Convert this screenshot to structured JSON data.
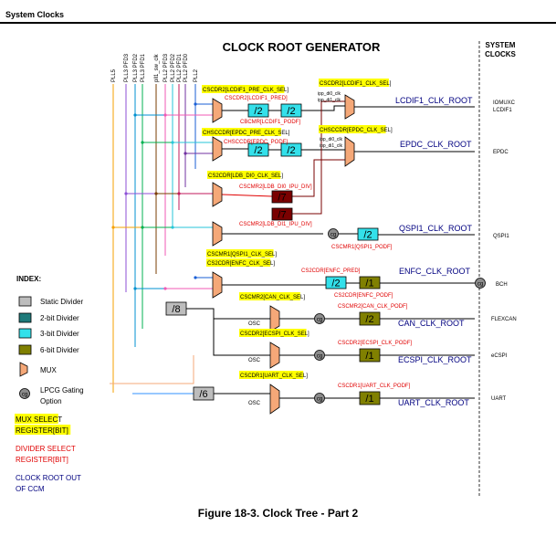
{
  "page": {
    "section_title": "System Clocks",
    "figure_caption": "Figure 18-3. Clock Tree - Part 2"
  },
  "diagram": {
    "title": "CLOCK ROOT GENERATOR",
    "system_clocks_heading": [
      "SYSTEM",
      "CLOCKS"
    ],
    "sources": [
      "PLL5",
      "PLL3 PFD3",
      "PLL3 PFD2",
      "PLL3 PFD1",
      "pll1_sw_clk",
      "PLL2 PFD3",
      "PLL2 PFD2",
      "PLL2 PFD1",
      "PLL2 PFD0",
      "PLL2"
    ],
    "colors": {
      "static": "#bdbdbd",
      "two_bit": "#1e7a7a",
      "three_bit": "#33e0ea",
      "six_bit": "#808000",
      "mux": "#f5a878",
      "gate": "#8c8c8c",
      "highlight": "#ffff00",
      "red": "#e00000",
      "navy": "#000080"
    },
    "mux_select_labels": [
      "CSCDR2[LCDIF1_PRE_CLK_SEL]",
      "CSCDR2[LCDIF1_CLK_SEL]",
      "CHSCCDR[EPDC_PRE_CLK_SEL]",
      "CHSCCDR[EPDC_CLK_SEL]",
      "CS2CDR[LDB_DI0_CLK_SEL]",
      "CSCMR1[QSPI1_CLK_SEL]",
      "CS2CDR[ENFC_CLK_SEL]",
      "CSCMR2[CAN_CLK_SEL]",
      "CSCDR2[ECSPI_CLK_SEL]",
      "CSCDR1[UART_CLK_SEL]"
    ],
    "divider_labels": [
      "CSCDR2[LCDIF1_PRED]",
      "CBCMR[LCDIF1_PODF]",
      "CHSCCDR[EPDC_PODF]",
      "CSCMR2[LDB_DI0_IPU_DIV]",
      "CSCMR2[LDB_DI1_IPU_DIV]",
      "CSCMR1[QSPI1_PODF]",
      "CS2CDR[ENFC_PRED]",
      "CS2CDR[ENFC_PODF]",
      "CSCMR2[CAN_CLK_PODF]",
      "CSCDR2[ECSPI_CLK_PODF]",
      "CSCDR1[UART_CLK_PODF]"
    ],
    "divider_values": {
      "lcdif_pred": "/2",
      "lcdif_podf": "/2",
      "epdc_pred": "/2",
      "epdc_podf": "/2",
      "ldb0": "/7",
      "ldb1": "/7",
      "qspi": "/2",
      "enfc_pred": "/2",
      "enfc_podf": "/1",
      "static8": "/8",
      "static6": "/6",
      "can": "/2",
      "ecspi": "/1",
      "uart": "/1"
    },
    "ipp_labels": [
      "ipp_di0_clk",
      "ipp_di1_clk"
    ],
    "clock_roots": [
      "LCDIF1_CLK_ROOT",
      "EPDC_CLK_ROOT",
      "QSPI1_CLK_ROOT",
      "ENFC_CLK_ROOT",
      "CAN_CLK_ROOT",
      "ECSPI_CLK_ROOT",
      "UART_CLK_ROOT"
    ],
    "system_clocks": [
      "IOMUXC",
      "LCDIF1",
      "EPDC",
      "QSPI1",
      "BCH",
      "FLEXCAN",
      "eCSPI",
      "UART"
    ],
    "gate_label": "cg",
    "osc_label": "OSC"
  },
  "index": {
    "title": "INDEX:",
    "items": [
      "Static Divider",
      "2-bit Divider",
      "3-bit Divider",
      "6-bit Divider",
      "MUX",
      "LPCG Gating",
      "Option"
    ],
    "notes": [
      "MUX SELECT",
      "REGISTER[BIT]",
      "DIVIDER SELECT",
      "REGISTER[BIT]",
      "CLOCK ROOT OUT",
      "OF CCM"
    ]
  }
}
